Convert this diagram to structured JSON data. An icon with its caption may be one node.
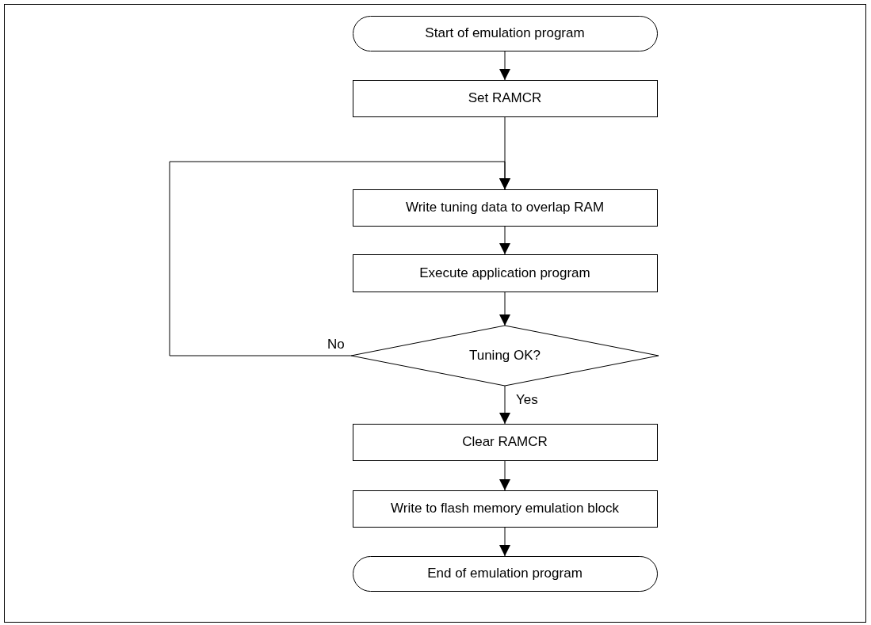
{
  "diagram": {
    "nodes": [
      {
        "text": [
          "Start of emulation program"
        ]
      },
      {
        "text": [
          "Set RAMCR"
        ]
      },
      {
        "text": [
          "Write tuning data to overlap RAM"
        ]
      },
      {
        "text": [
          "Execute application program"
        ]
      },
      {
        "text": [
          "Tuning OK?"
        ]
      },
      {
        "text": [
          "Clear RAMCR"
        ]
      },
      {
        "text": [
          "Write to flash memory emulation block"
        ]
      },
      {
        "text": [
          "End of emulation program"
        ]
      }
    ],
    "edges": [
      {
        "from": 0,
        "to": 1,
        "arrow": "to"
      },
      {
        "from": 1,
        "to": 2,
        "arrow": "to"
      },
      {
        "from": 2,
        "to": 3,
        "arrow": "to"
      },
      {
        "from": 3,
        "to": 4,
        "arrow": "to"
      },
      {
        "from": 4,
        "to": 5,
        "arrow": "to",
        "label": "Yes"
      },
      {
        "from": 5,
        "to": 6,
        "arrow": "to"
      },
      {
        "from": 6,
        "to": 7,
        "arrow": "to"
      },
      {
        "from": 4,
        "to": 2,
        "arrow": "to",
        "label": "No"
      }
    ]
  }
}
